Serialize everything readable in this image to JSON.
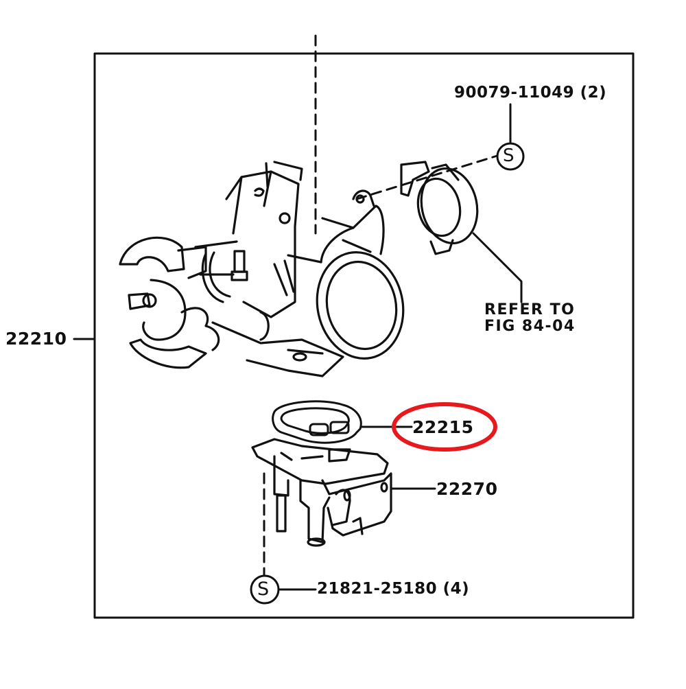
{
  "diagram": {
    "type": "exploded-parts-diagram",
    "subject": "Throttle body assembly",
    "frame_color": "#111111",
    "highlight_color": "#e8191d",
    "parts": [
      {
        "id": "throttle-body-assembly",
        "number": "22210"
      },
      {
        "id": "sensor-screw",
        "number": "90079-11049 (2)"
      },
      {
        "id": "gasket",
        "number": "22215",
        "highlighted": true
      },
      {
        "id": "idle-air-control-valve",
        "number": "22270"
      },
      {
        "id": "valve-screw",
        "number": "21821-25180 (4)"
      }
    ],
    "notes": {
      "refer_to": "REFER TO\nFIG 84-04"
    },
    "symbols": {
      "screw_symbol": "S"
    }
  }
}
